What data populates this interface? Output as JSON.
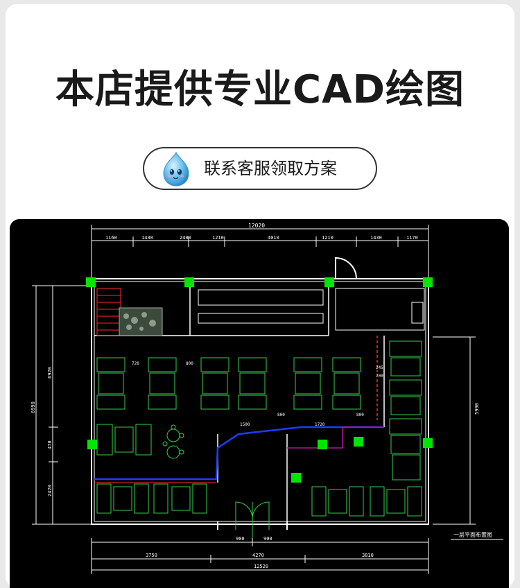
{
  "headline": "本店提供专业CAD绘图",
  "cta": {
    "label": "联系客服领取方案",
    "icon": "water-drop-mascot-icon"
  },
  "drawing": {
    "top_total": "12020",
    "top_segments": [
      "1160",
      "1430",
      "2400",
      "1210",
      "4010",
      "1210",
      "1430",
      "1170"
    ],
    "bottom_segments": [
      "3750",
      "4270",
      "3810"
    ],
    "bottom_total": "12520",
    "door_widths": [
      "900",
      "900"
    ],
    "left_dims": [
      "6920",
      "6990",
      "470",
      "2420"
    ],
    "right_dim": "5990",
    "inner_dims": [
      "720",
      "800",
      "1500",
      "800",
      "1720",
      "800",
      "245",
      "700"
    ],
    "caption": "一层平面布置图",
    "colors": {
      "background": "#000000",
      "wall": "#ffffff",
      "column": "#00e600",
      "furniture": "#2fd24a",
      "dimension": "#ffffff",
      "divider": "#1e3cff",
      "accent": "#ff2a2a"
    }
  }
}
